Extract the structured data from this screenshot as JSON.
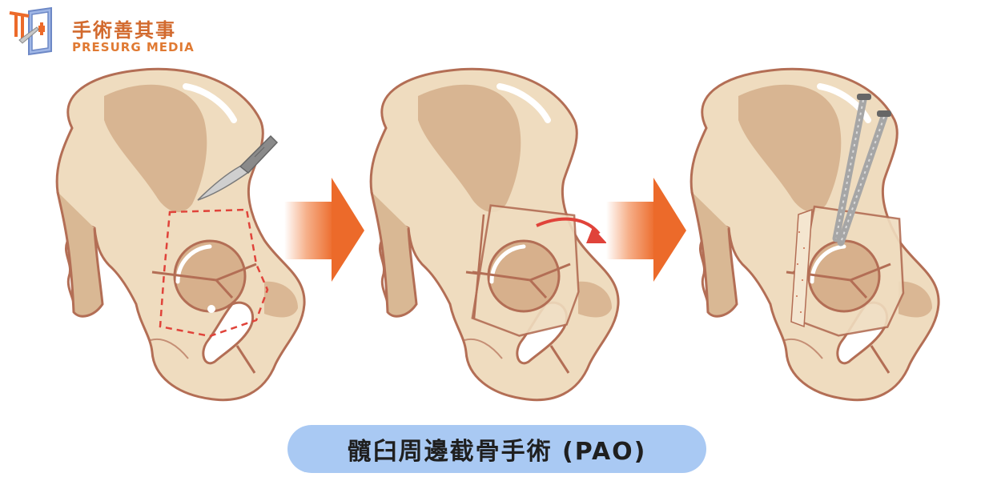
{
  "brand": {
    "name": "手術善其事",
    "subtitle": "PRESURG MEDIA",
    "logo_icon": "book-scalpel-logo",
    "color": "#e07a33"
  },
  "caption": {
    "text": "髖臼周邊截骨手術 (PAO)",
    "background": "#a9c9f3"
  },
  "steps": [
    {
      "name": "osteotomy-planning",
      "tools": [
        "scalpel-icon",
        "cut-line"
      ]
    },
    {
      "name": "acetabulum-rotation",
      "tools": [
        "rotation-arrow-icon"
      ]
    },
    {
      "name": "screw-fixation",
      "tools": [
        "screw-icon",
        "bone-graft"
      ]
    }
  ],
  "colors": {
    "bone": "#efdcbf",
    "bone_outline": "#b36e55",
    "bone_shade": "#d4ae8a",
    "cut_line": "#e0433a",
    "arrow": "#ec6a2a",
    "screw": "#9a9a9a"
  }
}
